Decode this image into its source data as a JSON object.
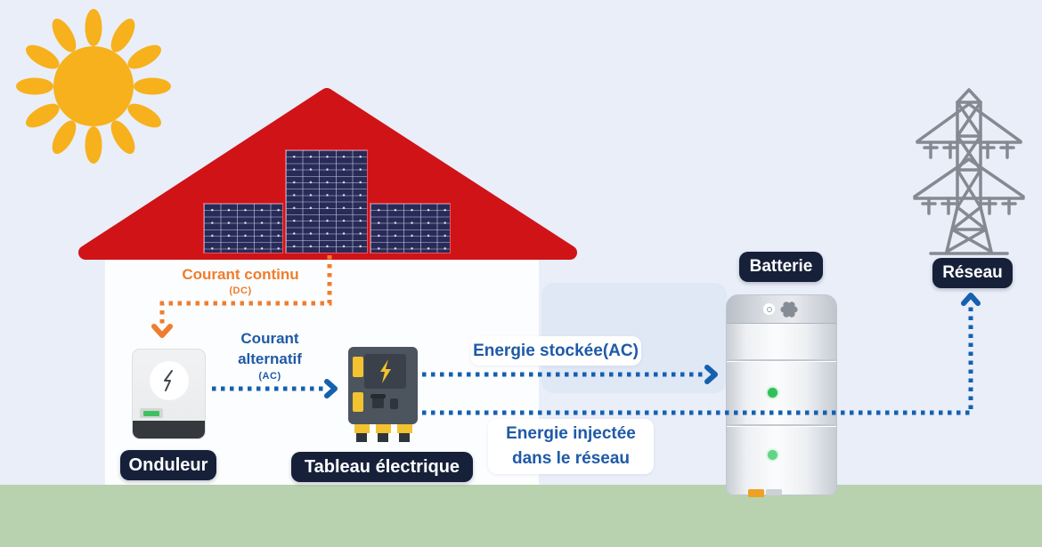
{
  "scene": {
    "sky_color": "#e9eef8",
    "ground_color": "#b8d2af",
    "roof_color": "#d01317",
    "solar_panel_color": "#282b57",
    "sun_color": "#f6b11c",
    "accent_orange": "#ee7d2c",
    "accent_blue": "#1560af",
    "label_pill_color": "#162039",
    "board_yellow": "#f2c230",
    "led_green": "#2fc157"
  },
  "icons": {
    "sun": "sun-icon",
    "solar_panels": "solar-panel-icon",
    "inverter_bolt": "lightning-bolt-icon",
    "board_bolt": "lightning-bolt-icon",
    "battery_power": "power-icon",
    "battery_gear": "gear-icon",
    "grid_tower": "transmission-tower-icon"
  },
  "flows": {
    "dc": {
      "label": "Courant continu",
      "unit": "(DC)"
    },
    "ac": {
      "label_line1": "Courant",
      "label_line2": "alternatif",
      "unit": "(AC)"
    },
    "stored": {
      "label": "Energie stockée(AC)"
    },
    "injected": {
      "label_line1": "Energie injectée",
      "label_line2": "dans le réseau"
    }
  },
  "components": {
    "inverter": {
      "label": "Onduleur"
    },
    "electrical_board": {
      "label": "Tableau électrique"
    },
    "battery": {
      "label": "Batterie"
    },
    "grid": {
      "label": "Réseau"
    }
  }
}
